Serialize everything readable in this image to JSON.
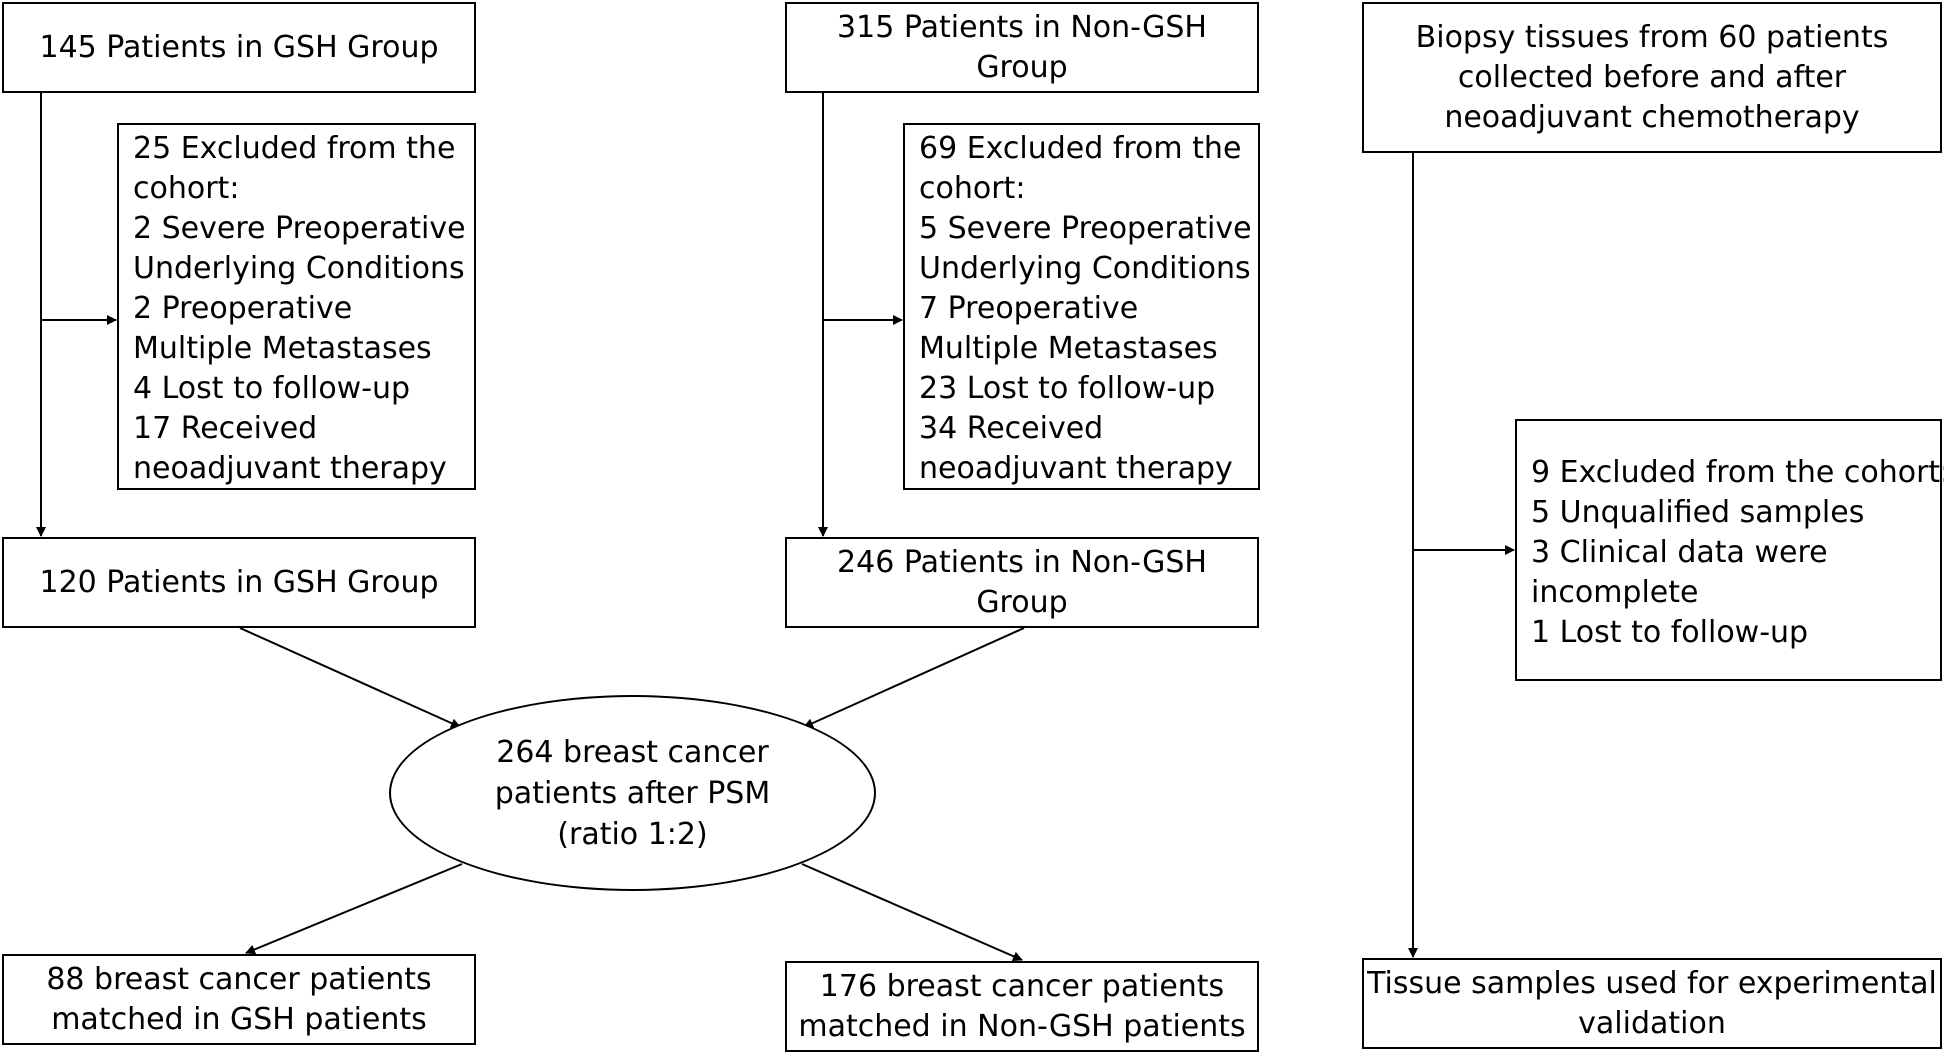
{
  "nodes": {
    "gsh_initial": [
      "145 Patients in GSH Group"
    ],
    "nongsh_initial": [
      "315 Patients in Non-GSH",
      "Group"
    ],
    "biopsy": [
      "Biopsy tissues from 60 patients",
      "collected before and after",
      "neoadjuvant chemotherapy"
    ],
    "gsh_excluded": [
      "25 Excluded from the",
      "cohort:",
      "2 Severe Preoperative",
      "Underlying Conditions",
      "2 Preoperative",
      "Multiple Metastases",
      "4 Lost to follow-up",
      "17 Received",
      "neoadjuvant therapy"
    ],
    "nongsh_excluded": [
      "69 Excluded from the",
      "cohort:",
      "5 Severe Preoperative",
      "Underlying Conditions",
      "7 Preoperative",
      "Multiple Metastases",
      "23 Lost to follow-up",
      "34 Received",
      "neoadjuvant therapy"
    ],
    "biopsy_excluded": [
      "9 Excluded from the cohort:",
      "5 Unqualified samples",
      "3 Clinical data were",
      "incomplete",
      "1 Lost to follow-up"
    ],
    "gsh_remaining": [
      "120 Patients in GSH Group"
    ],
    "nongsh_remaining": [
      "246 Patients in Non-GSH",
      "Group"
    ],
    "psm": [
      "264 breast cancer",
      "patients after PSM",
      "(ratio 1:2)"
    ],
    "gsh_matched": [
      "88 breast cancer patients",
      "matched in GSH patients"
    ],
    "nongsh_matched": [
      "176 breast cancer patients",
      "matched in Non-GSH patients"
    ],
    "tissue_samples": [
      "Tissue samples used for experimental",
      "validation"
    ]
  }
}
